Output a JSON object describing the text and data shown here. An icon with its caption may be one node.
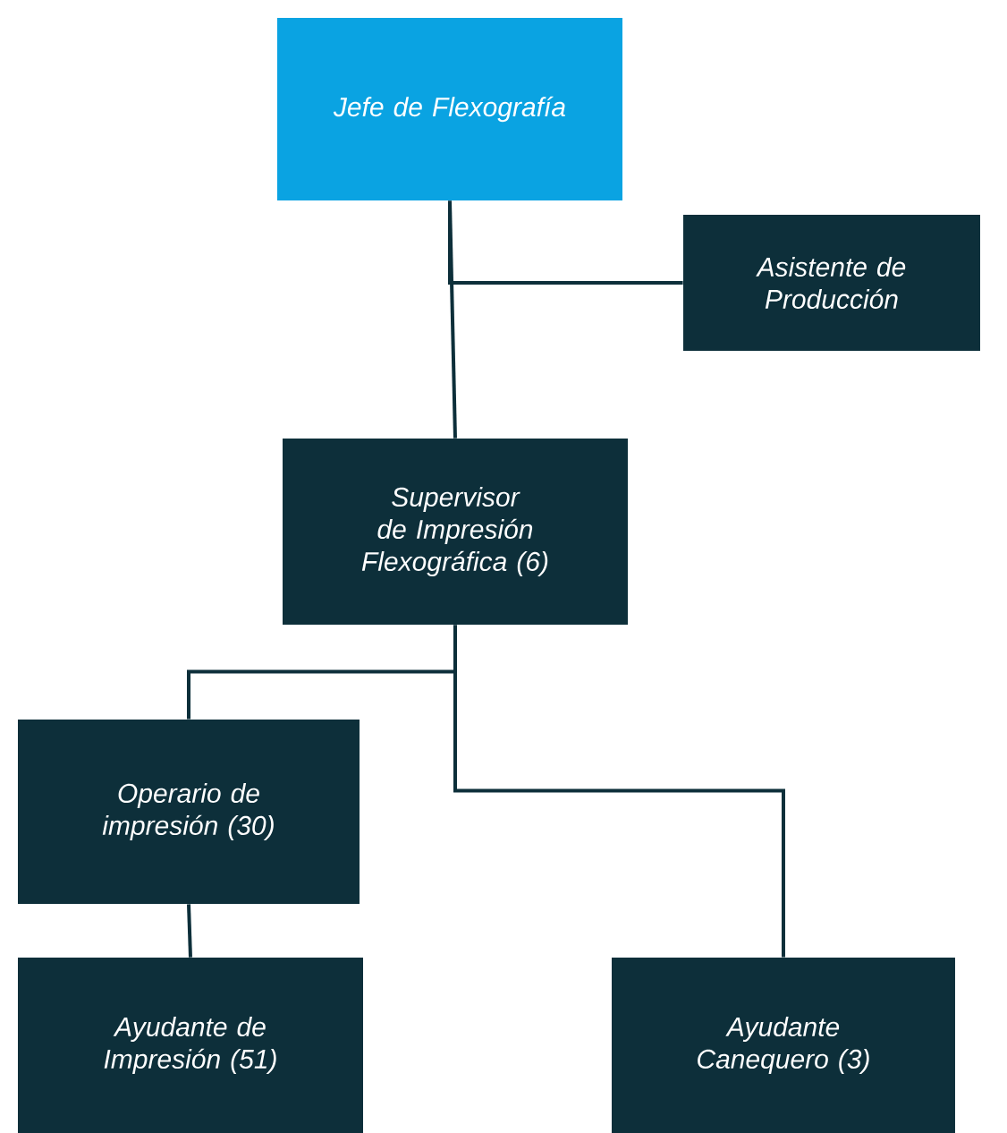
{
  "diagram": {
    "nodes": [
      {
        "text": [
          "Jefe de Flexografía"
        ]
      },
      {
        "text": [
          "Asistente de Producción"
        ]
      },
      {
        "text": [
          "Supervisor de Impresión Flexográfica (6)"
        ]
      },
      {
        "text": [
          "Operario de impresión (30)"
        ]
      },
      {
        "text": [
          "Ayudante de Impresión (51)"
        ]
      },
      {
        "text": [
          "Ayudante Canequero (3)"
        ]
      }
    ],
    "edges": [
      {
        "from": 0,
        "to": 2,
        "arrow": "none"
      },
      {
        "from": 1,
        "to": 0,
        "arrow": "none"
      },
      {
        "from": 2,
        "to": 3,
        "arrow": "none"
      },
      {
        "from": 2,
        "to": 5,
        "arrow": "none"
      },
      {
        "from": 3,
        "to": 4,
        "arrow": "none"
      }
    ]
  }
}
